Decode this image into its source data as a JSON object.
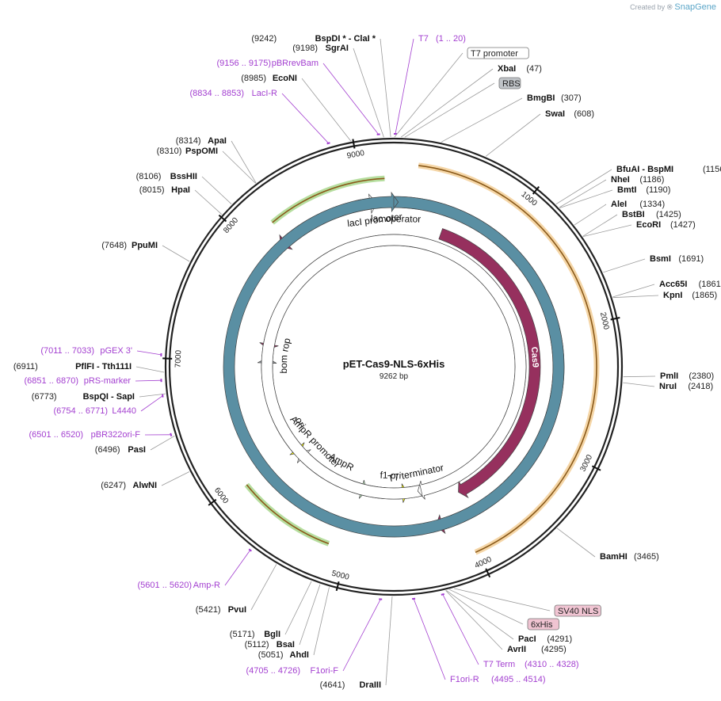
{
  "credit": {
    "prefix": "Created by",
    "brand": "SnapGene"
  },
  "plasmid": {
    "name": "pET-Cas9-NLS-6xHis",
    "length_label": "9262 bp",
    "total_bp": 9262
  },
  "ticks": [
    {
      "label": "1000",
      "bp": 1000
    },
    {
      "label": "2000",
      "bp": 2000
    },
    {
      "label": "3000",
      "bp": 3000
    },
    {
      "label": "4000",
      "bp": 4000
    },
    {
      "label": "5000",
      "bp": 5000
    },
    {
      "label": "6000",
      "bp": 6000
    },
    {
      "label": "7000",
      "bp": 7000
    },
    {
      "label": "8000",
      "bp": 8000
    },
    {
      "label": "9000",
      "bp": 9000
    }
  ],
  "right_labels": [
    {
      "pos": "(1 .. 20)",
      "name": "T7",
      "kind": "primer",
      "bp": 10
    },
    {
      "pos": "",
      "name": "T7 promoter",
      "kind": "boxed",
      "bp": 5
    },
    {
      "pos": "(47)",
      "name": "XbaI",
      "kind": "site",
      "bp": 47
    },
    {
      "pos": "",
      "name": "RBS",
      "kind": "boxedgray",
      "bp": 70
    },
    {
      "pos": "(307)",
      "name": "BmgBI",
      "kind": "site",
      "bp": 307
    },
    {
      "pos": "(608)",
      "name": "SwaI",
      "kind": "site",
      "bp": 608
    },
    {
      "pos": "(1156)",
      "name": "BfuAI  -  BspMI",
      "kind": "site",
      "bp": 1156
    },
    {
      "pos": "(1186)",
      "name": "NheI",
      "kind": "site",
      "bp": 1186
    },
    {
      "pos": "(1190)",
      "name": "BmtI",
      "kind": "site",
      "bp": 1190
    },
    {
      "pos": "(1334)",
      "name": "AleI",
      "kind": "site",
      "bp": 1334
    },
    {
      "pos": "(1425)",
      "name": "BstBI",
      "kind": "site",
      "bp": 1425
    },
    {
      "pos": "(1427)",
      "name": "EcoRI",
      "kind": "site",
      "bp": 1427
    },
    {
      "pos": "(1691)",
      "name": "BsmI",
      "kind": "site",
      "bp": 1691
    },
    {
      "pos": "(1861)",
      "name": "Acc65I",
      "kind": "site",
      "bp": 1861
    },
    {
      "pos": "(1865)",
      "name": "KpnI",
      "kind": "site",
      "bp": 1865
    },
    {
      "pos": "(2380)",
      "name": "PmlI",
      "kind": "site",
      "bp": 2380
    },
    {
      "pos": "(2418)",
      "name": "NruI",
      "kind": "site",
      "bp": 2418
    },
    {
      "pos": "(3465)",
      "name": "BamHI",
      "kind": "site",
      "bp": 3465
    },
    {
      "pos": "",
      "name": "SV40 NLS",
      "kind": "boxedpink",
      "bp": 4240
    },
    {
      "pos": "",
      "name": "6xHis",
      "kind": "boxedpink",
      "bp": 4270
    },
    {
      "pos": "(4291)",
      "name": "PacI",
      "kind": "site",
      "bp": 4291
    },
    {
      "pos": "(4295)",
      "name": "AvrII",
      "kind": "site",
      "bp": 4295
    },
    {
      "pos": "(4310 .. 4328)",
      "name": "T7 Term",
      "kind": "primer",
      "bp": 4319
    },
    {
      "pos": "(4495 .. 4514)",
      "name": "F1ori-R",
      "kind": "primer",
      "bp": 4505
    }
  ],
  "left_labels": [
    {
      "pos": "(9242)",
      "name": "BspDI *  -  ClaI *",
      "kind": "site",
      "bp": 9242
    },
    {
      "pos": "(9198)",
      "name": "SgrAI",
      "kind": "site",
      "bp": 9198
    },
    {
      "pos": "(9156 .. 9175)",
      "name": "pBRrevBam",
      "kind": "primer",
      "bp": 9165
    },
    {
      "pos": "(8985)",
      "name": "EcoNI",
      "kind": "site",
      "bp": 8985
    },
    {
      "pos": "(8834 .. 8853)",
      "name": "LacI-R",
      "kind": "primer",
      "bp": 8843
    },
    {
      "pos": "(8314)",
      "name": "ApaI",
      "kind": "site",
      "bp": 8314
    },
    {
      "pos": "(8310)",
      "name": "PspOMI",
      "kind": "site",
      "bp": 8310
    },
    {
      "pos": "(8106)",
      "name": "BssHII",
      "kind": "site",
      "bp": 8106
    },
    {
      "pos": "(8015)",
      "name": "HpaI",
      "kind": "site",
      "bp": 8015
    },
    {
      "pos": "(7648)",
      "name": "PpuMI",
      "kind": "site",
      "bp": 7648
    },
    {
      "pos": "(7011 .. 7033)",
      "name": "pGEX 3'",
      "kind": "primer",
      "bp": 7022
    },
    {
      "pos": "(6911)",
      "name": "PflFI  -  Tth111I",
      "kind": "site",
      "bp": 6911
    },
    {
      "pos": "(6851 .. 6870)",
      "name": "pRS-marker",
      "kind": "primer",
      "bp": 6860
    },
    {
      "pos": "(6773)",
      "name": "BspQI  -  SapI",
      "kind": "site",
      "bp": 6773
    },
    {
      "pos": "(6754 .. 6771)",
      "name": "L4440",
      "kind": "primer",
      "bp": 6762
    },
    {
      "pos": "(6501 .. 6520)",
      "name": "pBR322ori-F",
      "kind": "primer",
      "bp": 6510
    },
    {
      "pos": "(6496)",
      "name": "PasI",
      "kind": "site",
      "bp": 6496
    },
    {
      "pos": "(6247)",
      "name": "AlwNI",
      "kind": "site",
      "bp": 6247
    },
    {
      "pos": "(5601 .. 5620)",
      "name": "Amp-R",
      "kind": "primer",
      "bp": 5610
    },
    {
      "pos": "(5421)",
      "name": "PvuI",
      "kind": "site",
      "bp": 5421
    },
    {
      "pos": "(5171)",
      "name": "BglI",
      "kind": "site",
      "bp": 5171
    },
    {
      "pos": "(5112)",
      "name": "BsaI",
      "kind": "site",
      "bp": 5112
    },
    {
      "pos": "(5051)",
      "name": "AhdI",
      "kind": "site",
      "bp": 5051
    },
    {
      "pos": "(4705 .. 4726)",
      "name": "F1ori-F",
      "kind": "primer",
      "bp": 4715
    },
    {
      "pos": "(4641)",
      "name": "DraIII",
      "kind": "site",
      "bp": 4641
    }
  ],
  "features": [
    {
      "name": "Cas9",
      "kind": "cds",
      "color": "#96305e",
      "start": 80,
      "end": 4250,
      "ring": "r1"
    },
    {
      "name": "Cas9",
      "kind": "cds",
      "color": "#96305e",
      "start": 500,
      "end": 3930,
      "ring": "r2"
    },
    {
      "name": "lacI",
      "kind": "cds",
      "color": "#96305e",
      "start": 8150,
      "end": 9030,
      "ring": "r1",
      "reverse": true
    },
    {
      "name": "lacI promoter",
      "kind": "promoter",
      "color": "#ffffff",
      "start": 9035,
      "end": 9110,
      "ring": "r1"
    },
    {
      "name": "lac operator",
      "kind": "site",
      "color": "#5a8fa3",
      "start": 0,
      "end": 40,
      "ring": "r1"
    },
    {
      "name": "rop",
      "kind": "cds",
      "color": "#96305e",
      "start": 7150,
      "end": 7330,
      "ring": "r3",
      "reverse": true
    },
    {
      "name": "bom",
      "kind": "misc",
      "color": "#9aa0a6",
      "start": 6910,
      "end": 7050,
      "ring": "r3"
    },
    {
      "name": "ori",
      "kind": "ori",
      "color": "#ffff00",
      "start": 5850,
      "end": 6450,
      "ring": "r3",
      "reverse": true
    },
    {
      "name": "AmpR promoter",
      "kind": "promoter",
      "color": "#ffffff",
      "start": 5800,
      "end": 5850,
      "ring": "r3"
    },
    {
      "name": "AmpR",
      "kind": "marker",
      "color": "#c8f6c8",
      "start": 4950,
      "end": 5790,
      "ring": "r3",
      "reverse": true
    },
    {
      "name": "f1 ori",
      "kind": "ori",
      "color": "#ffff00",
      "start": 4470,
      "end": 4880,
      "ring": "r3",
      "reverse": true
    },
    {
      "name": "T7 terminator",
      "kind": "terminator",
      "color": "#ffffff",
      "start": 4310,
      "end": 4350,
      "ring": "r3"
    }
  ],
  "outer_arrows": [
    {
      "name": "orange-outer",
      "color": "#e9a53b",
      "start": 180,
      "end": 4020
    },
    {
      "name": "green-lacI",
      "color": "#5db52a",
      "start": 8230,
      "end": 9190
    },
    {
      "name": "green-amp",
      "color": "#5db52a",
      "start": 5150,
      "end": 5950
    }
  ]
}
